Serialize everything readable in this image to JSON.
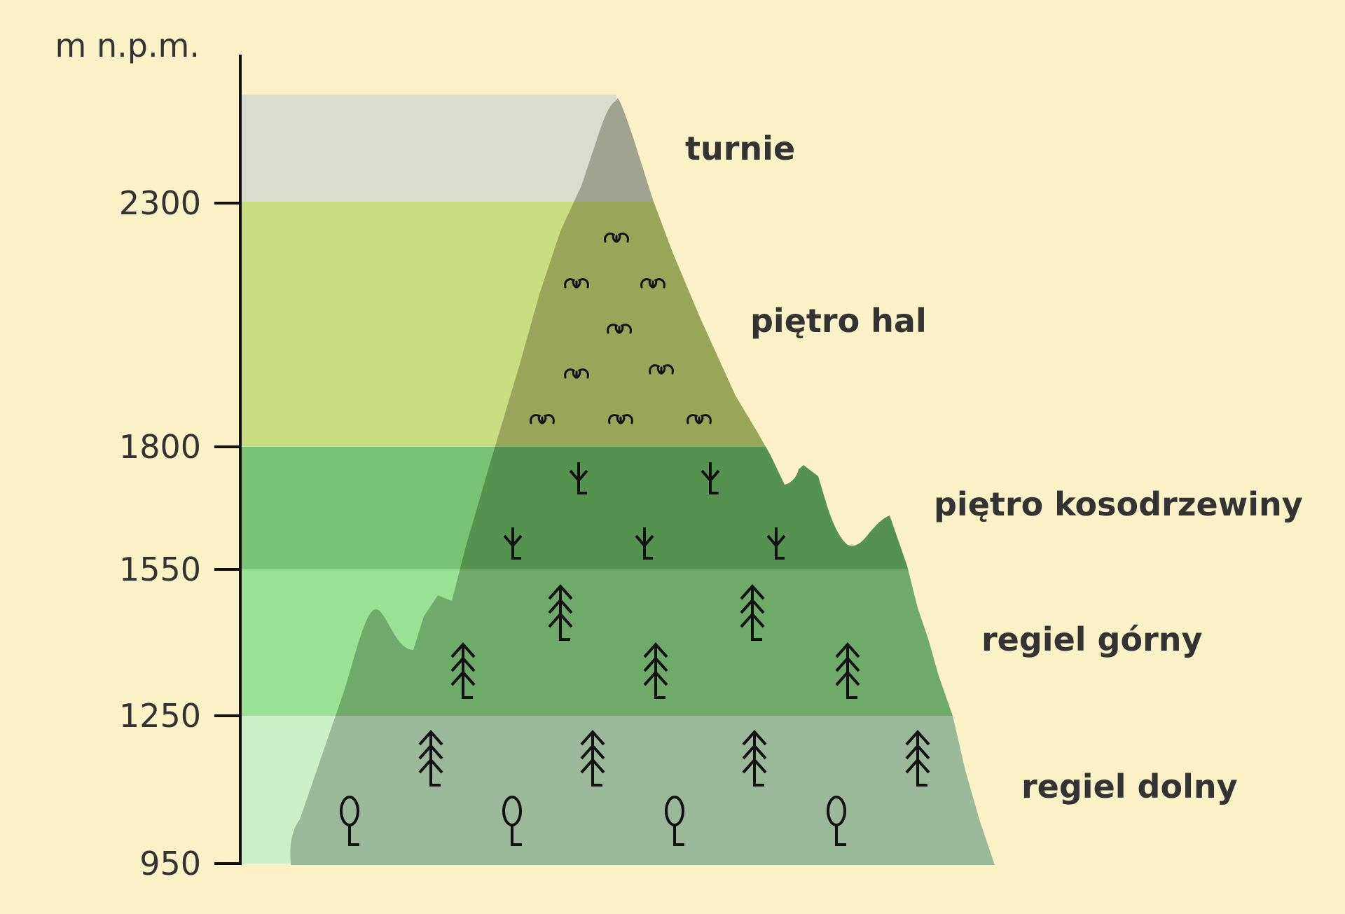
{
  "axis": {
    "unit": "m n.p.m.",
    "ticks": [
      "2300",
      "1800",
      "1550",
      "1250",
      "950"
    ]
  },
  "zones": [
    {
      "label": "turnie",
      "band_color": "#d9dccf",
      "mountain_color": "#a1a391"
    },
    {
      "label": "piętro hal",
      "band_color": "#c9dc80",
      "mountain_color": "#99a65a"
    },
    {
      "label": "piętro kosodrzewiny",
      "band_color": "#78c274",
      "mountain_color": "#53924f"
    },
    {
      "label": "regiel górny",
      "band_color": "#99e194",
      "mountain_color": "#6eab6b"
    },
    {
      "label": "regiel dolny",
      "band_color": "#cbf0c8",
      "mountain_color": "#99b998"
    }
  ],
  "icons": {
    "grass": "grass-icon",
    "dwarf_pine": "dwarf-pine-icon",
    "conifer": "conifer-tree-icon",
    "deciduous": "deciduous-tree-icon"
  }
}
